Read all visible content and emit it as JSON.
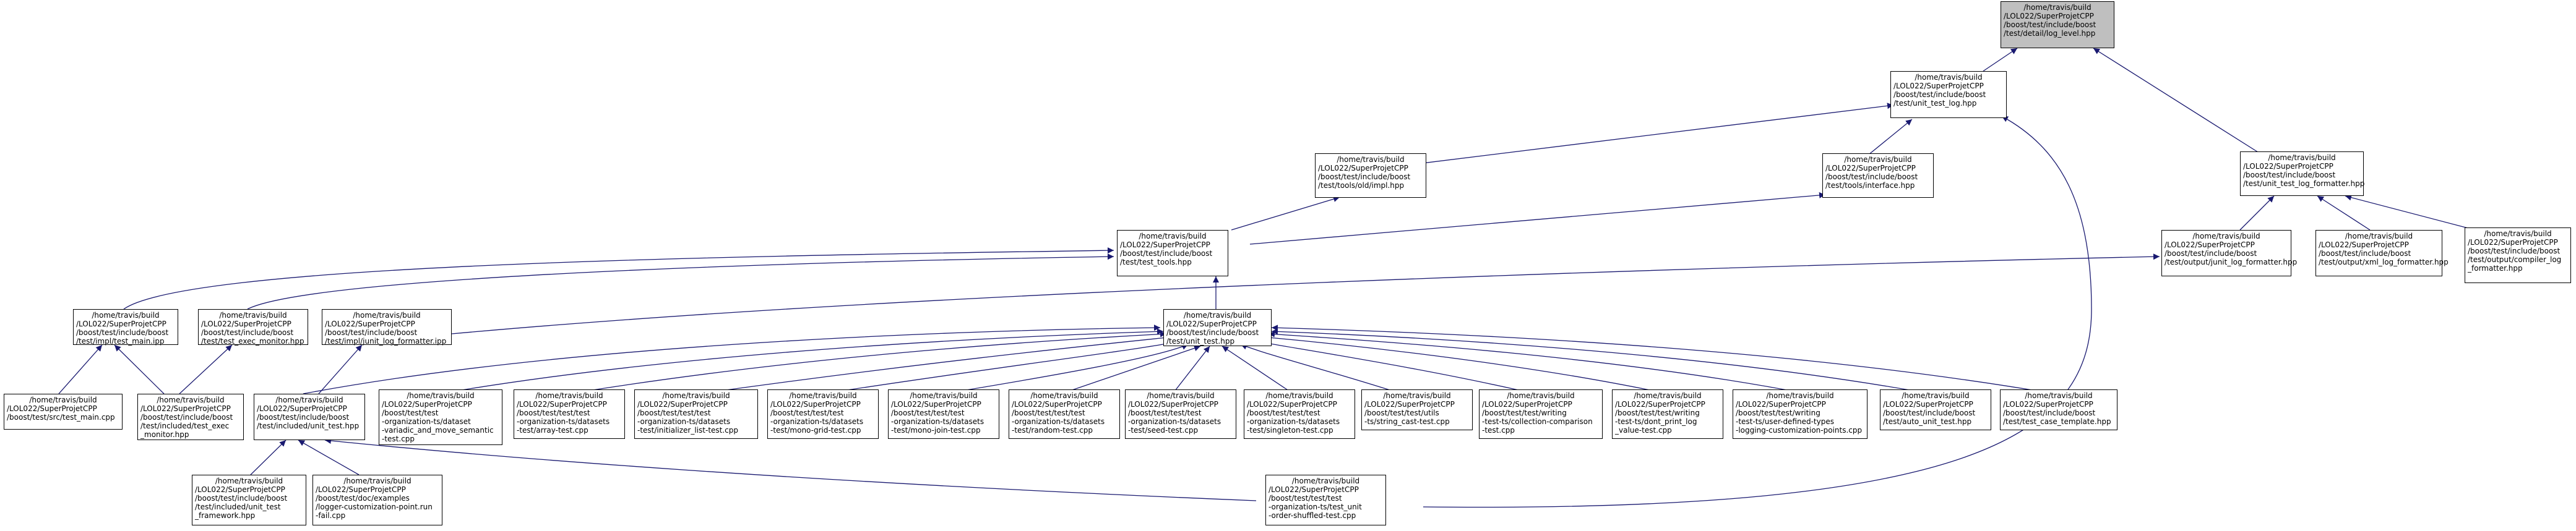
{
  "colors": {
    "edge": "#191970",
    "root_fill": "#bfbfbf",
    "node_fill": "#ffffff",
    "border": "#000000"
  },
  "nodes": [
    {
      "id": "log_level",
      "lines": [
        "/home/travis/build",
        "/LOL022/SuperProjetCPP",
        "/boost/test/include/boost",
        "/test/detail/log_level.hpp"
      ],
      "root": true
    },
    {
      "id": "unit_test_log",
      "lines": [
        "/home/travis/build",
        "/LOL022/SuperProjetCPP",
        "/boost/test/include/boost",
        "/test/unit_test_log.hpp"
      ]
    },
    {
      "id": "unit_test_log_formatter",
      "lines": [
        "/home/travis/build",
        "/LOL022/SuperProjetCPP",
        "/boost/test/include/boost",
        "/test/unit_test_log_formatter.hpp"
      ]
    },
    {
      "id": "old_impl",
      "lines": [
        "/home/travis/build",
        "/LOL022/SuperProjetCPP",
        "/boost/test/include/boost",
        "/test/tools/old/impl.hpp"
      ]
    },
    {
      "id": "interface",
      "lines": [
        "/home/travis/build",
        "/LOL022/SuperProjetCPP",
        "/boost/test/include/boost",
        "/test/tools/interface.hpp"
      ]
    },
    {
      "id": "test_tools",
      "lines": [
        "/home/travis/build",
        "/LOL022/SuperProjetCPP",
        "/boost/test/include/boost",
        "/test/test_tools.hpp"
      ]
    },
    {
      "id": "junit_log_formatter",
      "lines": [
        "/home/travis/build",
        "/LOL022/SuperProjetCPP",
        "/boost/test/include/boost",
        "/test/output/junit_log_formatter.hpp"
      ]
    },
    {
      "id": "xml_log_formatter",
      "lines": [
        "/home/travis/build",
        "/LOL022/SuperProjetCPP",
        "/boost/test/include/boost",
        "/test/output/xml_log_formatter.hpp"
      ]
    },
    {
      "id": "compiler_log_formatter",
      "lines": [
        "/home/travis/build",
        "/LOL022/SuperProjetCPP",
        "/boost/test/include/boost",
        "/test/output/compiler_log",
        "_formatter.hpp"
      ]
    },
    {
      "id": "test_main_ipp",
      "lines": [
        "/home/travis/build",
        "/LOL022/SuperProjetCPP",
        "/boost/test/include/boost",
        "/test/impl/test_main.ipp"
      ]
    },
    {
      "id": "test_exec_monitor",
      "lines": [
        "/home/travis/build",
        "/LOL022/SuperProjetCPP",
        "/boost/test/include/boost",
        "/test/test_exec_monitor.hpp"
      ]
    },
    {
      "id": "junit_log_formatter_ipp",
      "lines": [
        "/home/travis/build",
        "/LOL022/SuperProjetCPP",
        "/boost/test/include/boost",
        "/test/impl/junit_log_formatter.ipp"
      ]
    },
    {
      "id": "unit_test",
      "lines": [
        "/home/travis/build",
        "/LOL022/SuperProjetCPP",
        "/boost/test/include/boost",
        "/test/unit_test.hpp"
      ]
    },
    {
      "id": "src_test_main",
      "lines": [
        "/home/travis/build",
        "/LOL022/SuperProjetCPP",
        "/boost/test/src/test_main.cpp"
      ]
    },
    {
      "id": "included_test_exec_monitor",
      "lines": [
        "/home/travis/build",
        "/LOL022/SuperProjetCPP",
        "/boost/test/include/boost",
        "/test/included/test_exec",
        "_monitor.hpp"
      ]
    },
    {
      "id": "included_unit_test",
      "lines": [
        "/home/travis/build",
        "/LOL022/SuperProjetCPP",
        "/boost/test/include/boost",
        "/test/included/unit_test.hpp"
      ]
    },
    {
      "id": "dataset_variadic",
      "lines": [
        "/home/travis/build",
        "/LOL022/SuperProjetCPP",
        "/boost/test/test",
        "-organization-ts/dataset",
        "-variadic_and_move_semantic",
        "-test.cpp"
      ]
    },
    {
      "id": "datasets_array",
      "lines": [
        "/home/travis/build",
        "/LOL022/SuperProjetCPP",
        "/boost/test/test/test",
        "-organization-ts/datasets",
        "-test/array-test.cpp"
      ]
    },
    {
      "id": "datasets_initializer_list",
      "lines": [
        "/home/travis/build",
        "/LOL022/SuperProjetCPP",
        "/boost/test/test/test",
        "-organization-ts/datasets",
        "-test/initializer_list-test.cpp"
      ]
    },
    {
      "id": "datasets_mono_grid",
      "lines": [
        "/home/travis/build",
        "/LOL022/SuperProjetCPP",
        "/boost/test/test/test",
        "-organization-ts/datasets",
        "-test/mono-grid-test.cpp"
      ]
    },
    {
      "id": "datasets_mono_join",
      "lines": [
        "/home/travis/build",
        "/LOL022/SuperProjetCPP",
        "/boost/test/test/test",
        "-organization-ts/datasets",
        "-test/mono-join-test.cpp"
      ]
    },
    {
      "id": "datasets_random",
      "lines": [
        "/home/travis/build",
        "/LOL022/SuperProjetCPP",
        "/boost/test/test/test",
        "-organization-ts/datasets",
        "-test/random-test.cpp"
      ]
    },
    {
      "id": "datasets_seed",
      "lines": [
        "/home/travis/build",
        "/LOL022/SuperProjetCPP",
        "/boost/test/test/test",
        "-organization-ts/datasets",
        "-test/seed-test.cpp"
      ]
    },
    {
      "id": "datasets_singleton",
      "lines": [
        "/home/travis/build",
        "/LOL022/SuperProjetCPP",
        "/boost/test/test/test",
        "-organization-ts/datasets",
        "-test/singleton-test.cpp"
      ]
    },
    {
      "id": "string_cast",
      "lines": [
        "/home/travis/build",
        "/LOL022/SuperProjetCPP",
        "/boost/test/test/utils",
        "-ts/string_cast-test.cpp"
      ]
    },
    {
      "id": "collection_comparison",
      "lines": [
        "/home/travis/build",
        "/LOL022/SuperProjetCPP",
        "/boost/test/test/writing",
        "-test-ts/collection-comparison",
        "-test.cpp"
      ]
    },
    {
      "id": "dont_print_log_value",
      "lines": [
        "/home/travis/build",
        "/LOL022/SuperProjetCPP",
        "/boost/test/test/writing",
        "-test-ts/dont_print_log",
        "_value-test.cpp"
      ]
    },
    {
      "id": "logging_customization",
      "lines": [
        "/home/travis/build",
        "/LOL022/SuperProjetCPP",
        "/boost/test/test/writing",
        "-test-ts/user-defined-types",
        "-logging-customization-points.cpp"
      ]
    },
    {
      "id": "auto_unit_test",
      "lines": [
        "/home/travis/build",
        "/LOL022/SuperProjetCPP",
        "/boost/test/include/boost",
        "/test/auto_unit_test.hpp"
      ]
    },
    {
      "id": "test_case_template",
      "lines": [
        "/home/travis/build",
        "/LOL022/SuperProjetCPP",
        "/boost/test/include/boost",
        "/test/test_case_template.hpp"
      ]
    },
    {
      "id": "included_unit_test_framework",
      "lines": [
        "/home/travis/build",
        "/LOL022/SuperProjetCPP",
        "/boost/test/include/boost",
        "/test/included/unit_test",
        "_framework.hpp"
      ]
    },
    {
      "id": "logger_customization_run_fail",
      "lines": [
        "/home/travis/build",
        "/LOL022/SuperProjetCPP",
        "/boost/test/doc/examples",
        "/logger-customization-point.run",
        "-fail.cpp"
      ]
    },
    {
      "id": "test_unit_order_shuffled",
      "lines": [
        "/home/travis/build",
        "/LOL022/SuperProjetCPP",
        "/boost/test/test/test",
        "-organization-ts/test_unit",
        "-order-shuffled-test.cpp"
      ]
    }
  ]
}
